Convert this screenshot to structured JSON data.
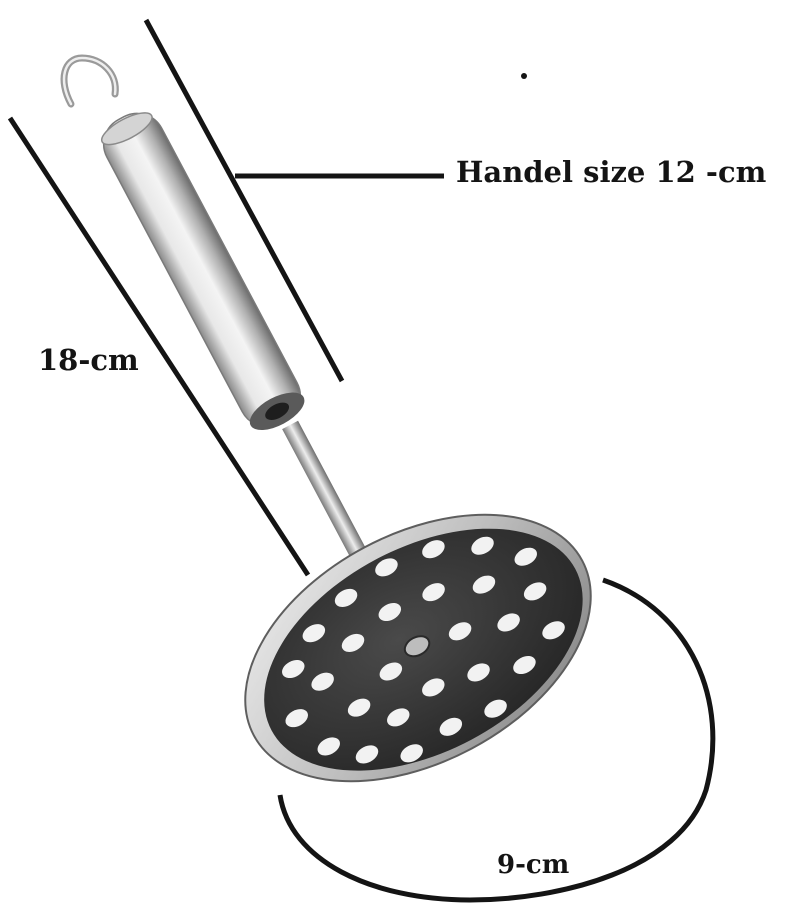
{
  "annotations": {
    "handle_size": "Handel size 12 -cm",
    "total_length": "18-cm",
    "head_diameter": "9-cm"
  },
  "colors": {
    "background": "#ffffff",
    "ink": "#141414",
    "steel_light": "#e6e6e6",
    "steel_dark": "#6f6f6f",
    "plate_face": "#3a3a3a"
  }
}
